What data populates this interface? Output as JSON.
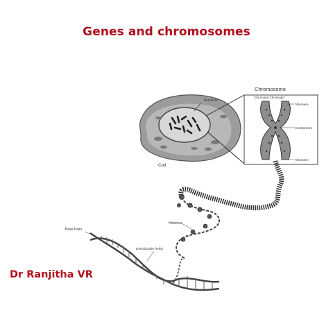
{
  "slide": {
    "title": "Genes and chromosomes",
    "author": "Dr Ranjitha VR"
  },
  "diagram": {
    "labels": {
      "chromosome": "Chromosome",
      "chromatid": "Chromatid  Chromatid",
      "telomere_top": "Telomere",
      "centromere": "Centromere",
      "telomere_bottom": "Telomere",
      "nucleus": "Nucleus",
      "cell": "Cell",
      "histones": "Histones",
      "base_pairs": "Base Pairs",
      "dna": "DNA(double helix)"
    }
  }
}
